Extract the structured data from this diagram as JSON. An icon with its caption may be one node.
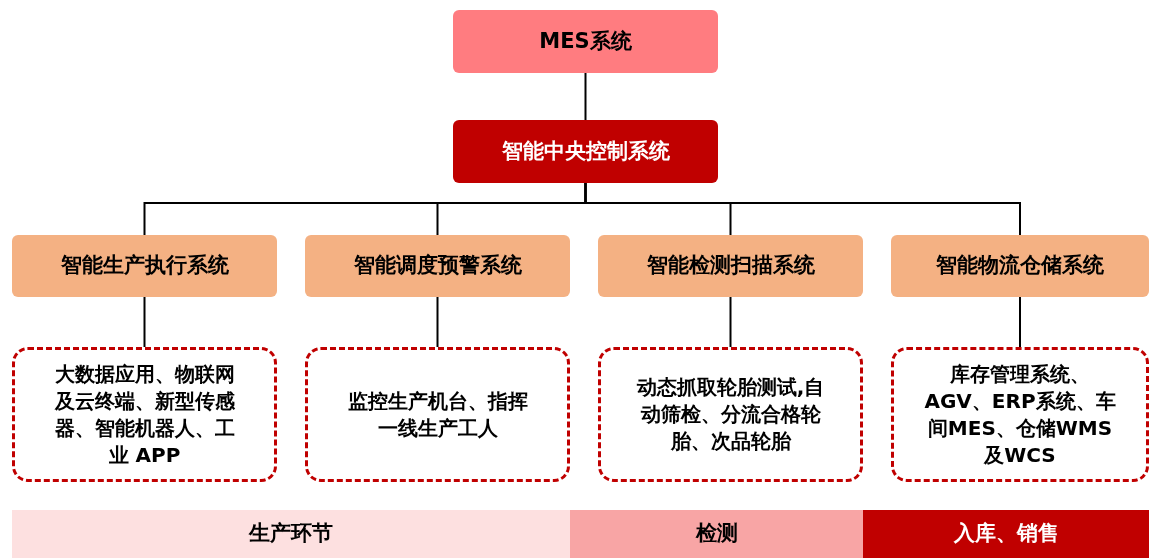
{
  "diagram": {
    "nodes": [
      {
        "text": [
          "MES系统"
        ]
      },
      {
        "text": [
          "智能中央控制系统"
        ]
      },
      {
        "text": [
          "智能生产执行系统"
        ]
      },
      {
        "text": [
          "智能调度预警系统"
        ]
      },
      {
        "text": [
          "智能检测扫描系统"
        ]
      },
      {
        "text": [
          "智能物流仓储系统"
        ]
      },
      {
        "text": [
          "大数据应用、物联网及云终端、新型传感器、智能机器人、工业 APP"
        ]
      },
      {
        "text": [
          "监控生产机台、指挥一线生产工人"
        ]
      },
      {
        "text": [
          "动态抓取轮胎测试,自动筛检、分流合格轮胎、次品轮胎"
        ]
      },
      {
        "text": [
          "库存管理系统、AGV、ERP系统、车间MES、仓储WMS及WCS"
        ]
      },
      {
        "text": [
          "生产环节"
        ]
      },
      {
        "text": [
          "检测"
        ]
      },
      {
        "text": [
          "入库、销售"
        ]
      }
    ],
    "edges": [
      {
        "from": 0,
        "to": 1,
        "arrow": "none"
      },
      {
        "from": 1,
        "to": 2,
        "arrow": "none"
      },
      {
        "from": 1,
        "to": 3,
        "arrow": "none"
      },
      {
        "from": 1,
        "to": 4,
        "arrow": "none"
      },
      {
        "from": 1,
        "to": 5,
        "arrow": "none"
      },
      {
        "from": 2,
        "to": 6,
        "arrow": "none"
      },
      {
        "from": 3,
        "to": 7,
        "arrow": "none"
      },
      {
        "from": 4,
        "to": 8,
        "arrow": "none"
      },
      {
        "from": 5,
        "to": 9,
        "arrow": "none"
      }
    ]
  }
}
